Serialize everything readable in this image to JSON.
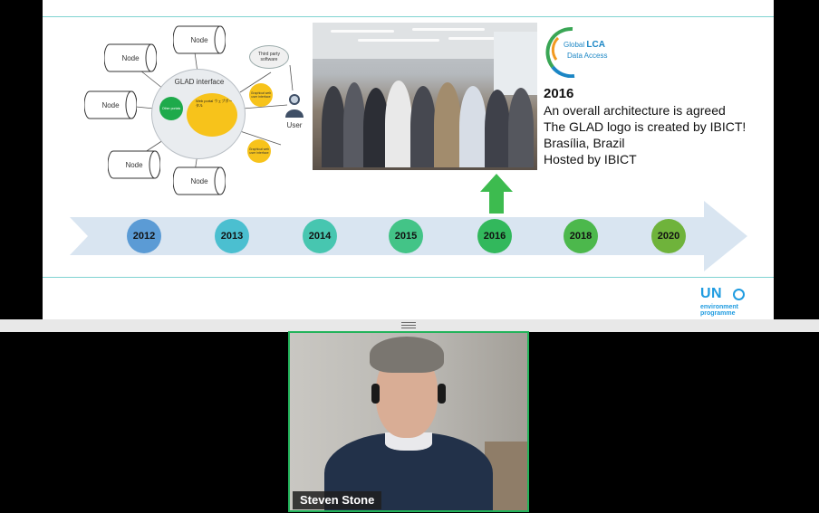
{
  "slide": {
    "diagram": {
      "hub_title": "GLAD interface",
      "hub_green_label": "Other portals",
      "hub_yellow_label": "Web portal ウェブポータル",
      "node_label": "Node",
      "third_party": "Third party software",
      "graphical_web_user_interface": "Graphical web user interface",
      "user_label": "User"
    },
    "logo": {
      "line1_prefix": "Global ",
      "line1_bold": "LCA",
      "line2": "Data Access"
    },
    "info": {
      "year": "2016",
      "line1": "An overall architecture is agreed",
      "line2": "The GLAD logo is created by IBICT!",
      "line3": "Brasília, Brazil",
      "line4": "Hosted by IBICT"
    },
    "timeline": {
      "years": [
        "2012",
        "2013",
        "2014",
        "2015",
        "2016",
        "2018",
        "2020"
      ],
      "colors": [
        "#5b9bd5",
        "#4bbfd0",
        "#47c6b0",
        "#43c487",
        "#32b85c",
        "#4cb84c",
        "#6fb33b"
      ]
    },
    "un_logo": {
      "big": "UN",
      "line1": "environment",
      "line2": "programme"
    }
  },
  "video": {
    "speaker_name": "Steven Stone"
  },
  "colors": {
    "accent_line": "#7fd3d1",
    "active_speaker_border": "#23b35b",
    "arrow_green": "#3dbb4f"
  }
}
